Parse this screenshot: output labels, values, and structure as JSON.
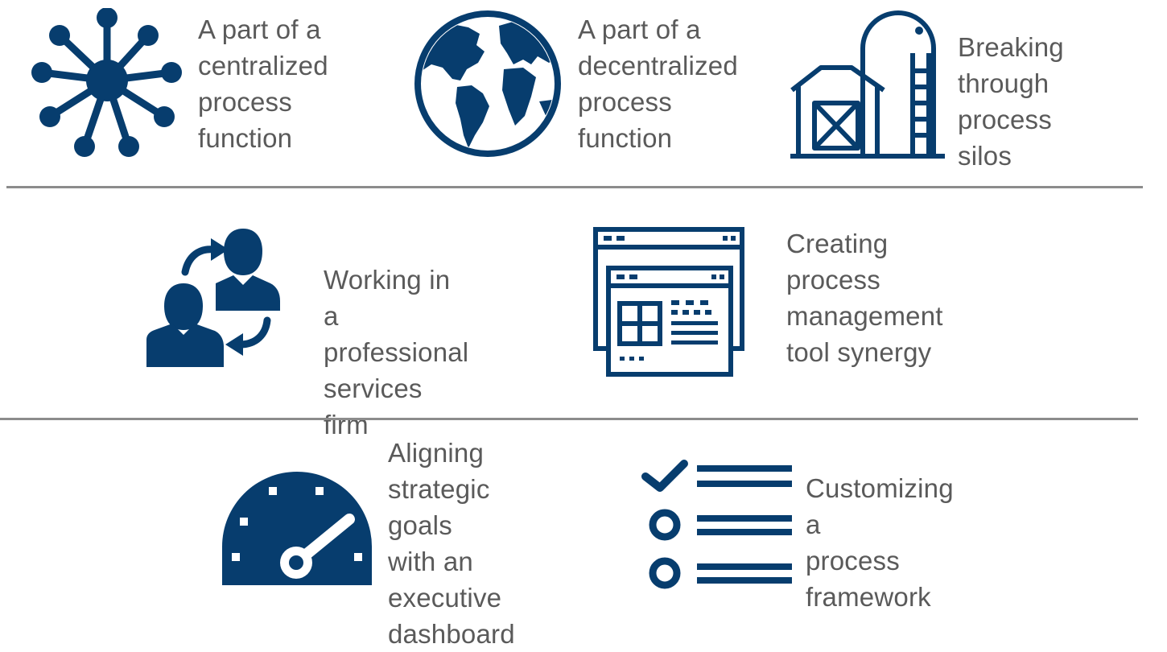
{
  "colors": {
    "icon": "#073d6e",
    "text": "#5a5a5a",
    "divider": "#8c8c8c"
  },
  "items": [
    {
      "icon": "network-hub-icon",
      "label": "A part of a\ncentralized\nprocess\nfunction"
    },
    {
      "icon": "globe-icon",
      "label": "A part of a\ndecentralized\nprocess\nfunction"
    },
    {
      "icon": "barn-silo-icon",
      "label": "Breaking\nthrough\nprocess silos"
    },
    {
      "icon": "people-exchange-icon",
      "label": "Working in a\nprofessional\nservices firm"
    },
    {
      "icon": "browser-windows-icon",
      "label": "Creating\nprocess\nmanagement\ntool synergy"
    },
    {
      "icon": "speedometer-icon",
      "label": "Aligning\nstrategic goals\nwith an\nexecutive\ndashboard"
    },
    {
      "icon": "checklist-icon",
      "label": "Customizing a\nprocess\nframework"
    }
  ]
}
